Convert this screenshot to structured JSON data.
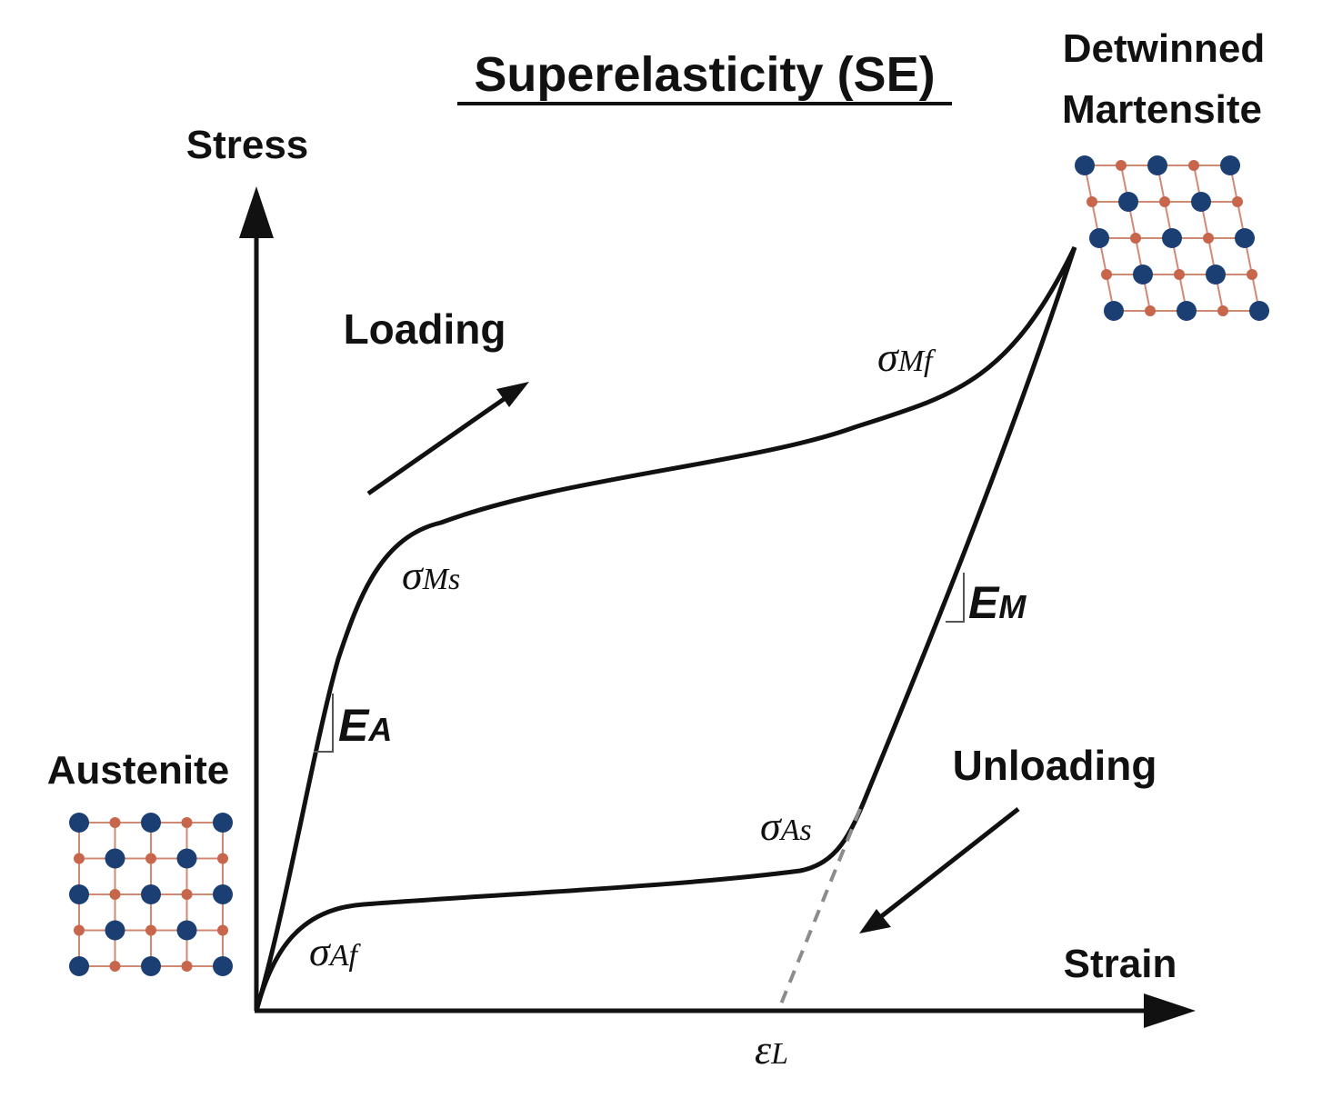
{
  "title": "Superelasticity (SE)",
  "axes": {
    "y_label": "Stress",
    "x_label": "Strain"
  },
  "arrows": {
    "loading": "Loading",
    "unloading": "Unloading"
  },
  "phases": {
    "austenite": "Austenite",
    "martensite_line1": "Detwinned",
    "martensite_line2": "Martensite"
  },
  "points": {
    "ms": {
      "sym": "σ",
      "sub": "Ms"
    },
    "mf": {
      "sym": "σ",
      "sub": "Mf"
    },
    "as": {
      "sym": "σ",
      "sub": "As"
    },
    "af": {
      "sym": "σ",
      "sub": "Af"
    },
    "eL": {
      "sym": "ε",
      "sub": "L"
    }
  },
  "moduli": {
    "ea": {
      "sym": "E",
      "sub": "A"
    },
    "em": {
      "sym": "E",
      "sub": "M"
    }
  },
  "colors": {
    "curve": "#111111",
    "atom_large": "#1b3f73",
    "atom_small": "#c8664c",
    "bond": "#d08a74",
    "dashed": "#8c8c8c"
  }
}
